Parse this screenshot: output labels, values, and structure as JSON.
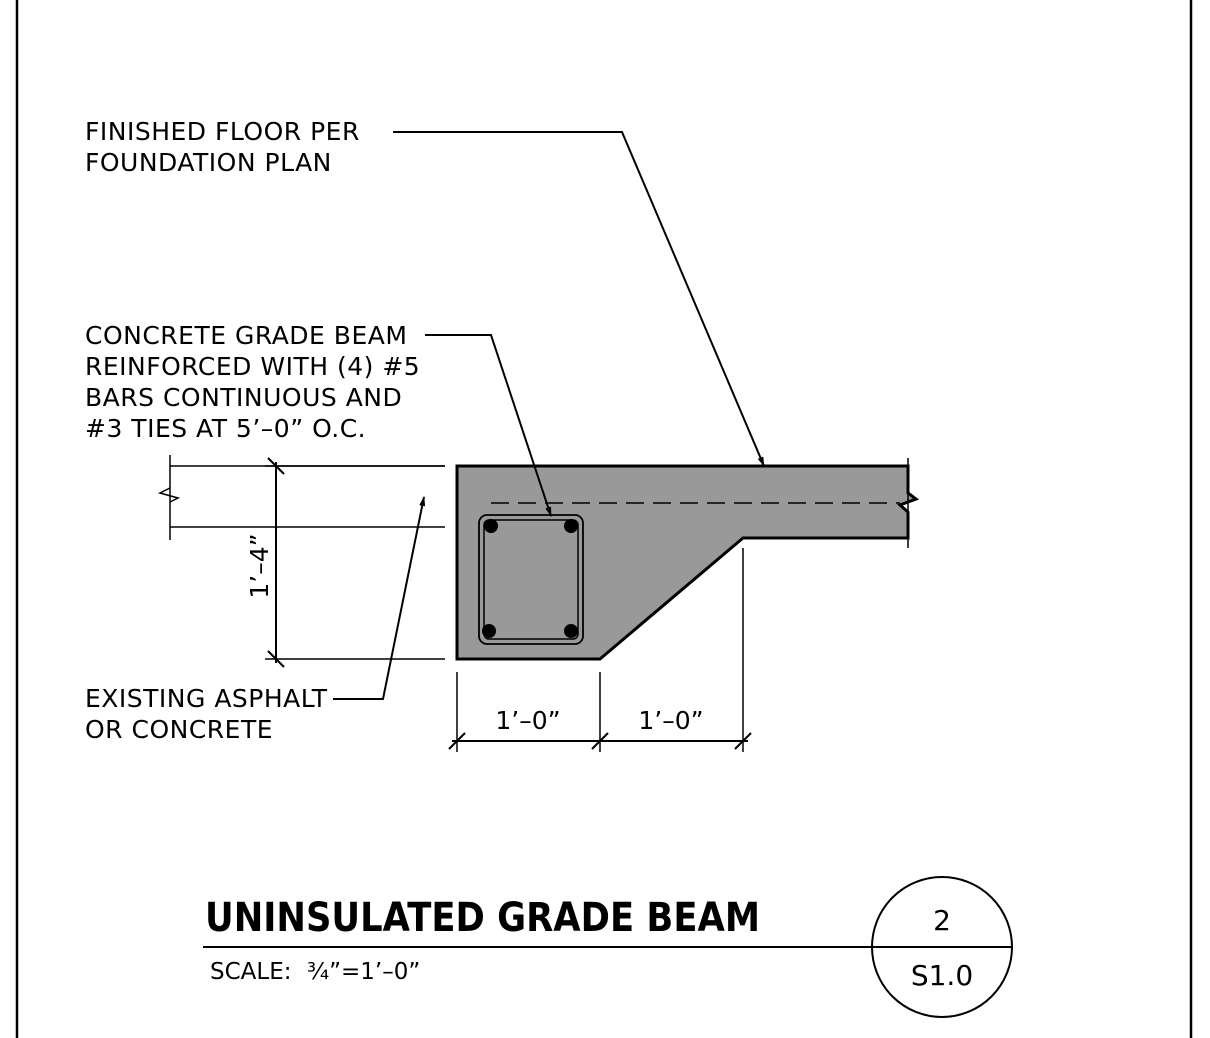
{
  "notes": {
    "finished_floor": [
      "FINISHED FLOOR PER",
      "FOUNDATION PLAN"
    ],
    "grade_beam": [
      "CONCRETE GRADE BEAM",
      "REINFORCED WITH (4) #5",
      "BARS CONTINUOUS AND",
      "#3 TIES AT 5’–0” O.C."
    ],
    "existing": [
      "EXISTING ASPHALT",
      "OR CONCRETE"
    ]
  },
  "dimensions": {
    "depth": "1’–4”",
    "width_1": "1’–0”",
    "width_2": "1’–0”"
  },
  "title_block": {
    "title": "UNINSULATED GRADE BEAM",
    "scale_label": "SCALE:",
    "scale_value": "¾”=1’–0”",
    "detail_number": "2",
    "sheet_number": "S1.0"
  },
  "colors": {
    "concrete_fill": "#999999",
    "line": "#000000",
    "background": "#ffffff"
  }
}
